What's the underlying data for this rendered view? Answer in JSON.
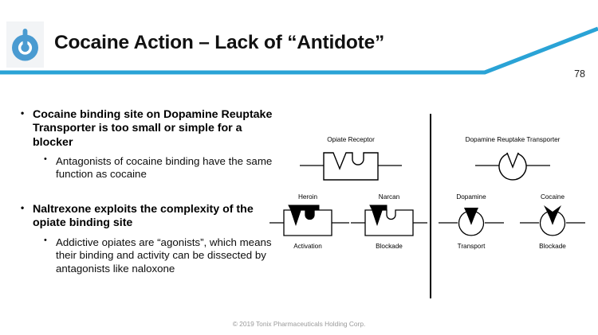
{
  "slide": {
    "title": "Cocaine Action – Lack of “Antidote”",
    "page_number": "78",
    "footer": "© 2019 Tonix Pharmaceuticals Holding Corp.",
    "accent_color": "#2aa3d6",
    "logo_color": "#4a9bd1",
    "title_color": "#111111"
  },
  "bullets": [
    {
      "level1": "Cocaine binding site on Dopamine Reuptake Transporter is too small or simple for a blocker",
      "level2": "Antagonists of cocaine binding have the same function as cocaine"
    },
    {
      "level1": "Naltrexone exploits the complexity of the opiate binding site",
      "level2": "Addictive opiates are “agonists”, which means their binding and activity can be dissected by antagonists like naloxone"
    }
  ],
  "diagram": {
    "left_panel": {
      "header_label": "Opiate Receptor",
      "figures": [
        {
          "top_label": "Heroin",
          "bottom_label": "Activation"
        },
        {
          "top_label": "Narcan",
          "bottom_label": "Blockade"
        }
      ]
    },
    "right_panel": {
      "header_label": "Dopamine Reuptake Transporter",
      "figures": [
        {
          "top_label": "Dopamine",
          "bottom_label": "Transport"
        },
        {
          "top_label": "Cocaine",
          "bottom_label": "Blockade"
        }
      ]
    }
  }
}
